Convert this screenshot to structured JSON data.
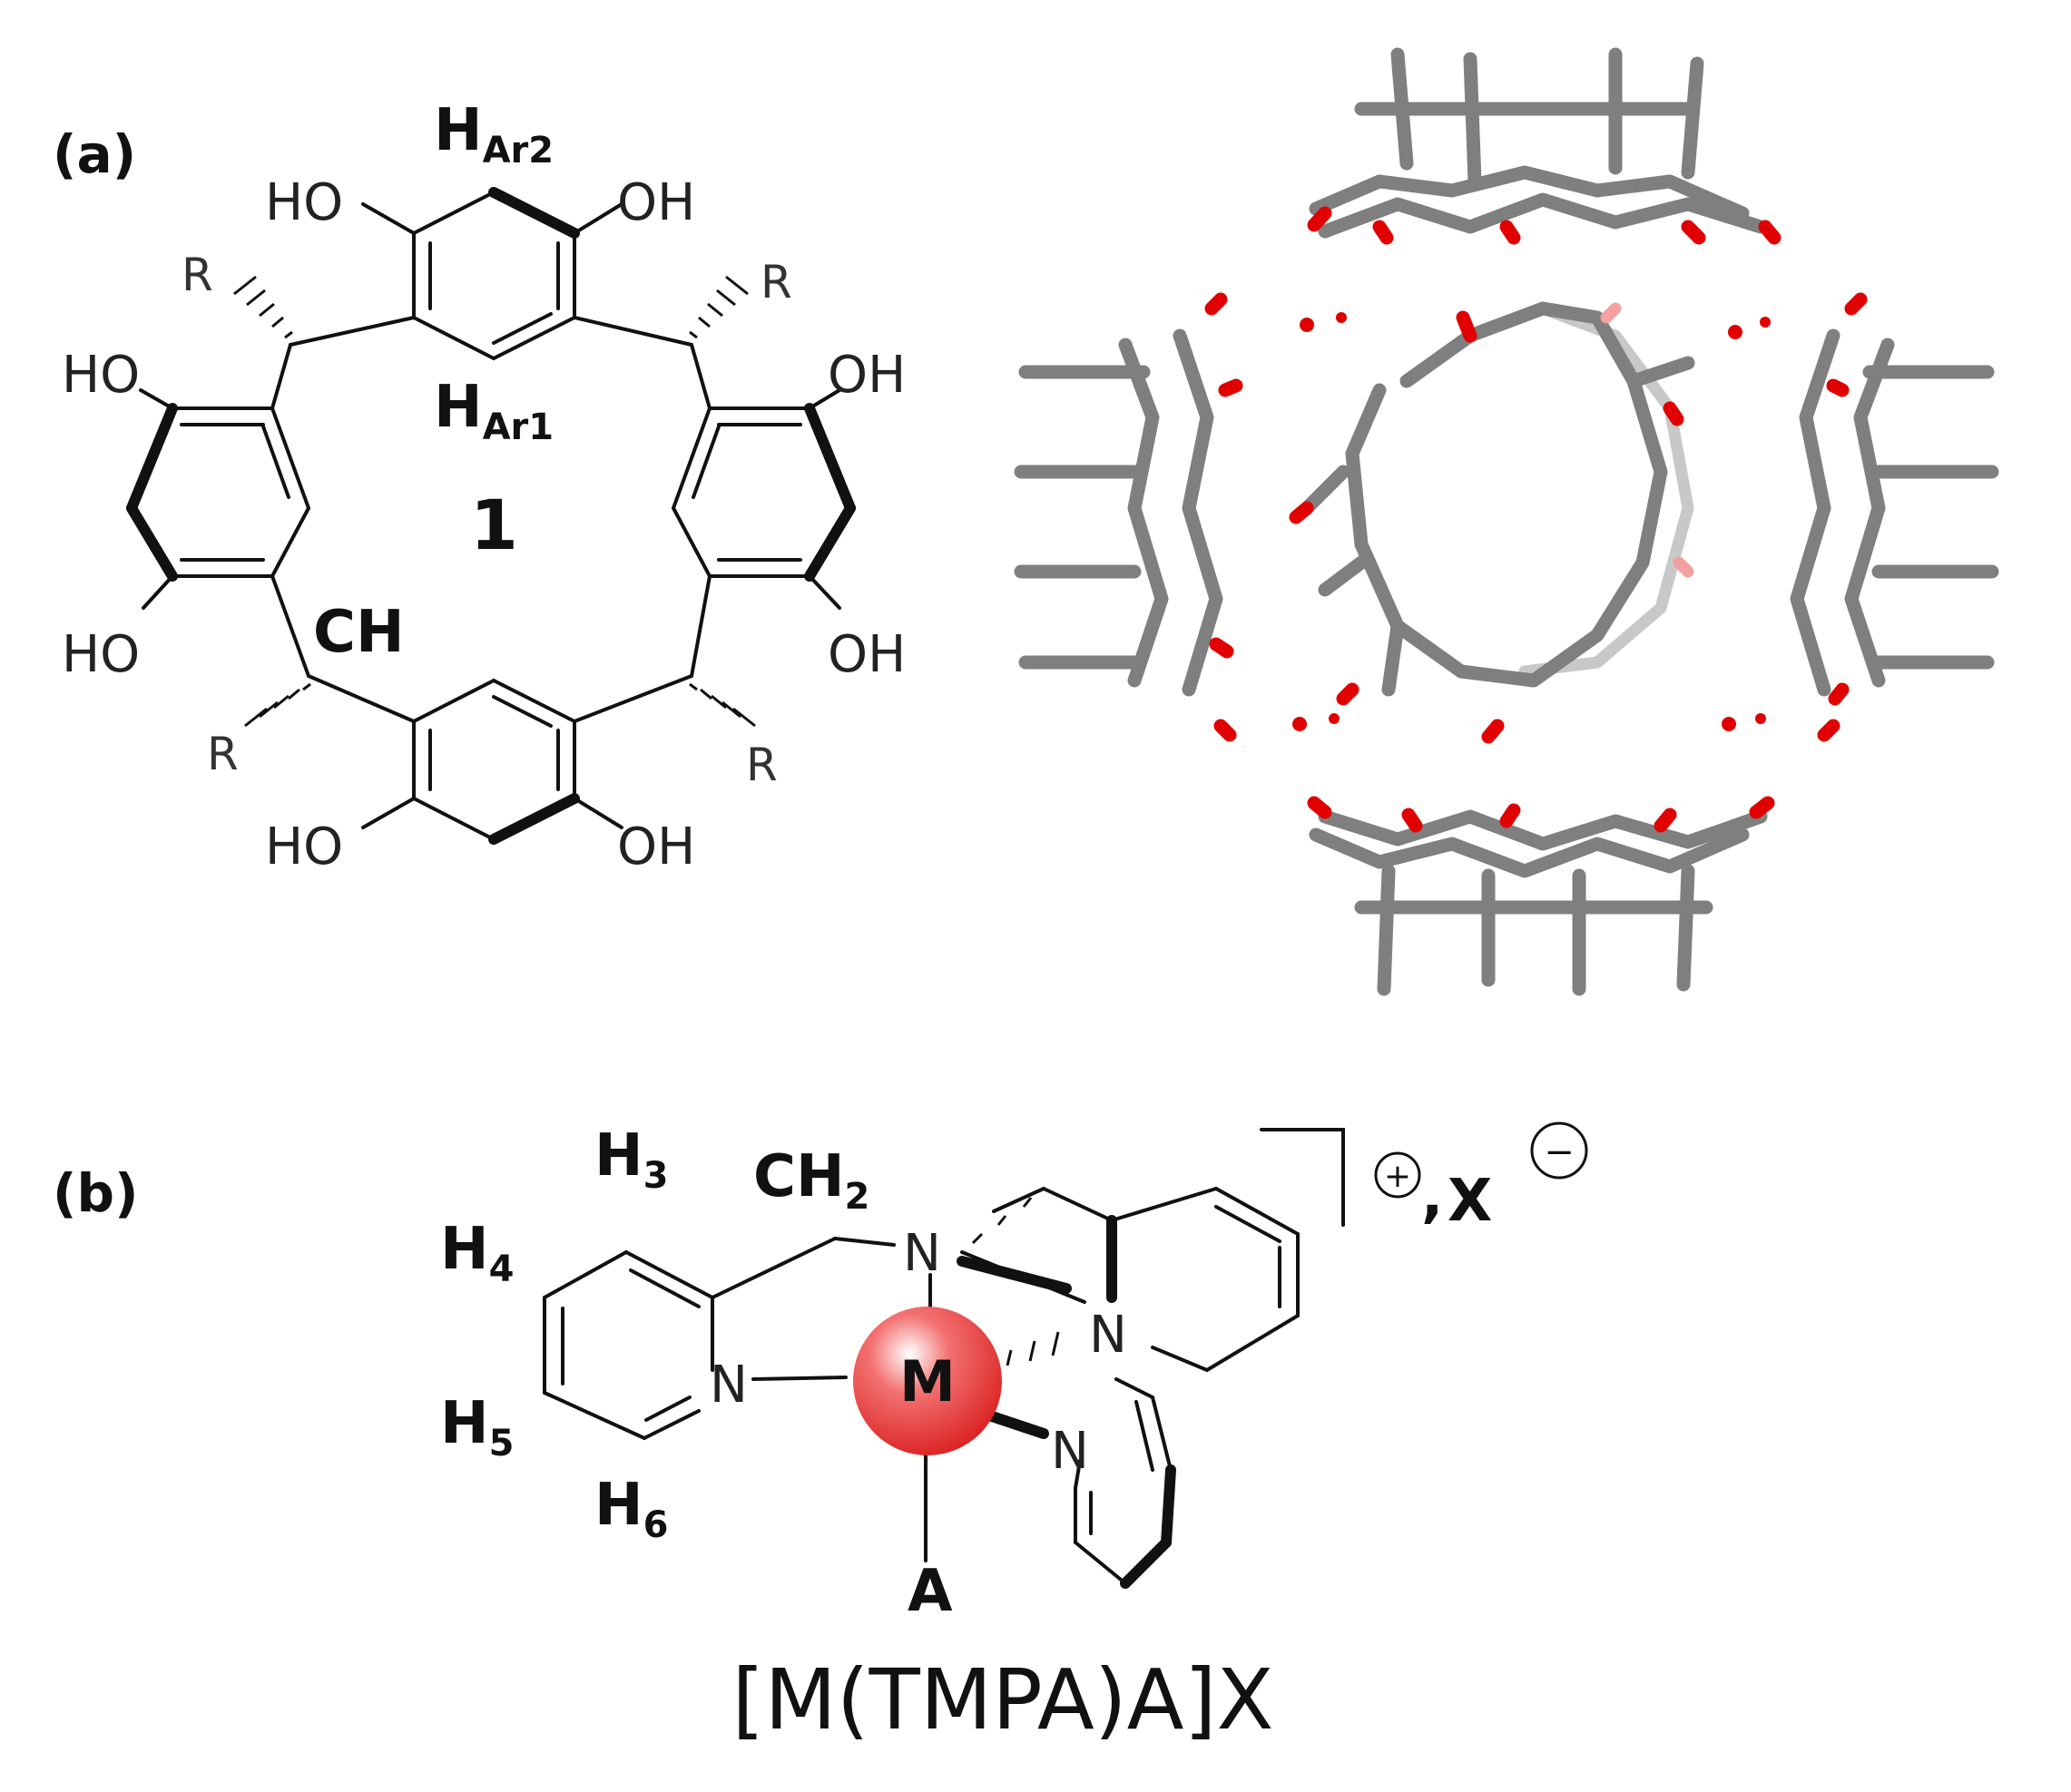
{
  "panel_a": {
    "label": "(a)",
    "compound_number": "1",
    "h_ar2": {
      "main": "H",
      "sub": "Ar2"
    },
    "h_ar1": {
      "main": "H",
      "sub": "Ar1"
    },
    "ch_label": "CH",
    "substituent": "R",
    "hydroxyl_left": "HO",
    "hydroxyl_right": "OH"
  },
  "panel_b": {
    "label": "(b)",
    "h3": {
      "main": "H",
      "sub": "3"
    },
    "h4": {
      "main": "H",
      "sub": "4"
    },
    "h5": {
      "main": "H",
      "sub": "5"
    },
    "h6": {
      "main": "H",
      "sub": "6"
    },
    "ch2": {
      "main": "CH",
      "sub": "2"
    },
    "nitrogen": "N",
    "metal": "M",
    "axial_ligand": "A",
    "charge_plus": "+",
    "comma": ",",
    "counterion": "X",
    "charge_minus": "−",
    "formula": "[M(TMPA)A]X"
  },
  "colors": {
    "oxygen_red": "#e00000",
    "carbon_grey": "#7f7f7f",
    "metal_sphere": "#e83a3a",
    "hydroxyl_red": "#c0282d"
  }
}
